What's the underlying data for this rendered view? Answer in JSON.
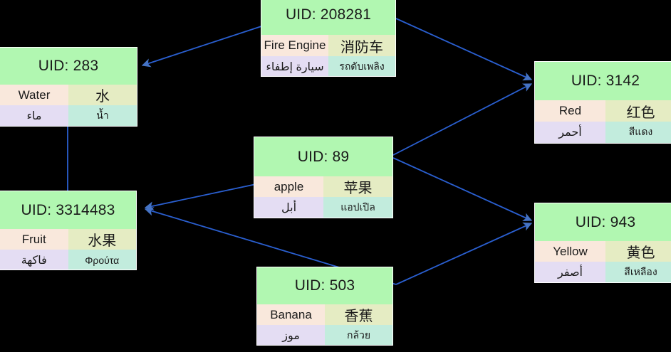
{
  "diagram": {
    "background": "#000000",
    "edge_color": "#2a5fd0",
    "arrow_color": "#4573c4",
    "header_color": "#b1f7b1",
    "en_color": "#f9e8dc",
    "zh_color": "#e5ecc3",
    "ar_color": "#e4ddf3",
    "th_color": "#c2ecdd",
    "uid_prefix": "UID: "
  },
  "nodes": [
    {
      "id": "fire",
      "title": "UID: 208281",
      "en": "Fire Engine",
      "zh": "消防车",
      "ar": "سيارة إطفاء",
      "th": "รถดับเพลิง"
    },
    {
      "id": "water",
      "title": "UID: 283",
      "en": "Water",
      "zh": "水",
      "ar": "ماء",
      "th": "น้ำ"
    },
    {
      "id": "red",
      "title": "UID: 3142",
      "en": "Red",
      "zh": "红色",
      "ar": "أحمر",
      "th": "สีแดง"
    },
    {
      "id": "apple",
      "title": "UID: 89",
      "en": "apple",
      "zh": "苹果",
      "ar": "أبل",
      "th": "แอปเปิล"
    },
    {
      "id": "fruit",
      "title": "UID: 3314483",
      "en": "Fruit",
      "zh": "水果",
      "ar": "فاكهة",
      "th": "Φρούτα"
    },
    {
      "id": "yellow",
      "title": "UID: 943",
      "en": "Yellow",
      "zh": "黄色",
      "ar": "أصفر",
      "th": "สีเหลือง"
    },
    {
      "id": "banana",
      "title": "UID: 503",
      "en": "Banana",
      "zh": "香蕉",
      "ar": "موز",
      "th": "กล้วย"
    }
  ],
  "edges": [
    {
      "from": "fire",
      "to": "water"
    },
    {
      "from": "fire",
      "to": "red"
    },
    {
      "from": "apple",
      "to": "red"
    },
    {
      "from": "apple",
      "to": "fruit"
    },
    {
      "from": "apple",
      "to": "yellow"
    },
    {
      "from": "banana",
      "to": "fruit"
    },
    {
      "from": "banana",
      "to": "yellow"
    },
    {
      "from": "fruit",
      "to": "water"
    }
  ]
}
